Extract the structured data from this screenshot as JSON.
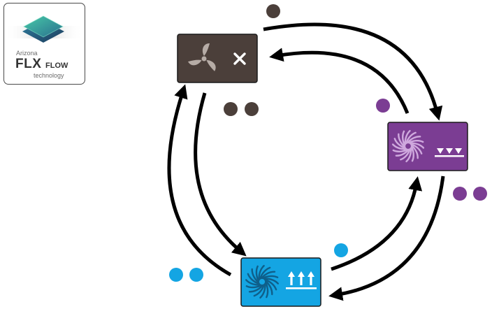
{
  "logo": {
    "line1": "Arizona",
    "line2a": "FLX",
    "line2b": "FLOW",
    "line3": "technology",
    "icon": "layered-diamond-logo-icon"
  },
  "nodes": [
    {
      "id": "ventilation",
      "icon": "fan-icon",
      "badge": "close-x-icon",
      "color": "#4b3f3a",
      "dot_count": 2
    },
    {
      "id": "suction",
      "icon": "turbine-icon",
      "badge": "downward-triangles-icon",
      "color": "#7b3d93",
      "dot_count": 2
    },
    {
      "id": "pressure",
      "icon": "turbine-icon",
      "badge": "up-arrows-icon",
      "color": "#14a5e3",
      "dot_count": 2
    }
  ],
  "colors": {
    "arrow": "#000000",
    "ventilation": "#4b3f3a",
    "suction": "#7b3d93",
    "pressure": "#14a5e3"
  }
}
